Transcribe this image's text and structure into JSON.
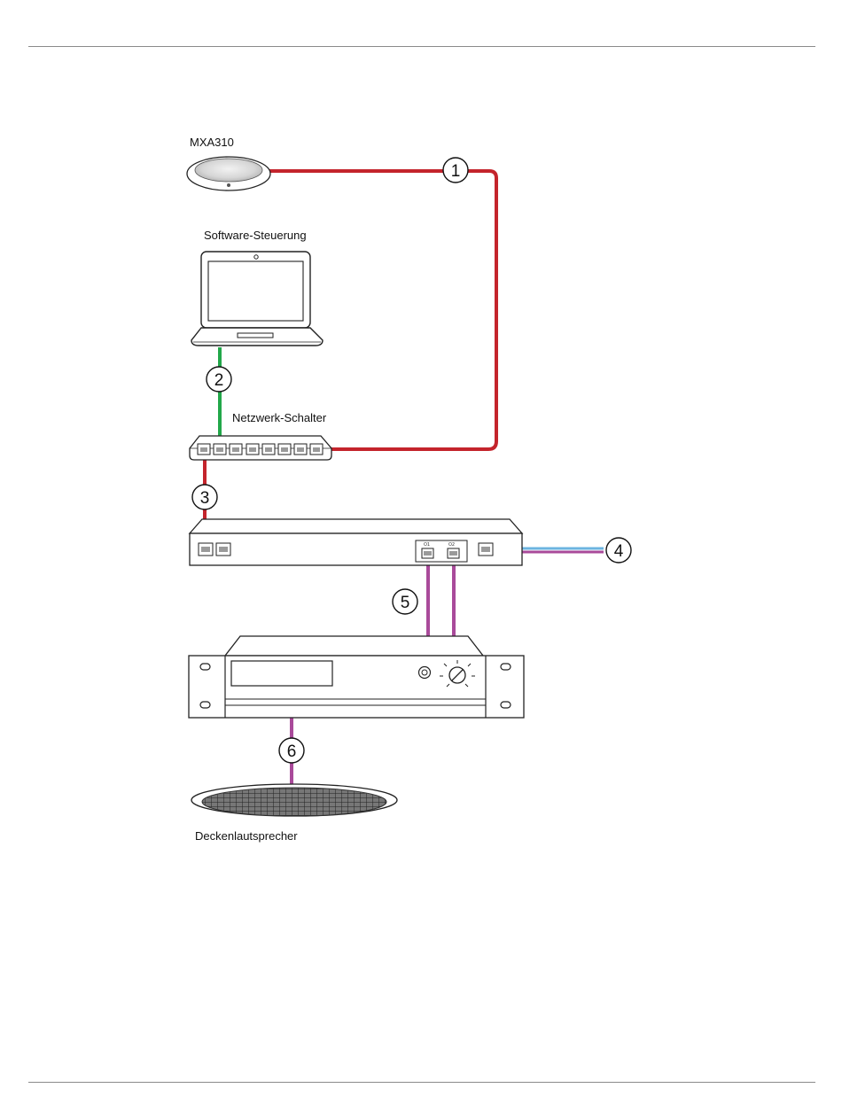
{
  "labels": {
    "mic": "MXA310",
    "laptop": "Software-Steuerung",
    "switch": "Netzwerk-Schalter",
    "speaker": "Deckenlautsprecher"
  },
  "callouts": [
    "1",
    "2",
    "3",
    "4",
    "5",
    "6"
  ],
  "colors": {
    "red_cable": "#c4242c",
    "green_cable": "#22a84a",
    "purple_cable": "#a94a9a",
    "blue_cable": "#6cb4e0",
    "outline": "#222222"
  }
}
